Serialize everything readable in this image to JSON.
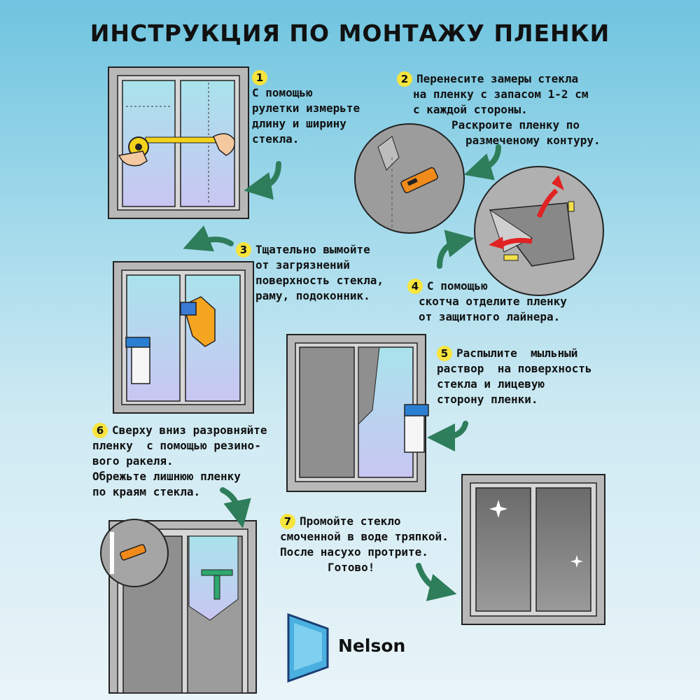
{
  "title": "ИНСТРУКЦИЯ ПО МОНТАЖУ ПЛЕНКИ",
  "steps": [
    {
      "num": "1",
      "lines": [
        "С помощью",
        "рулетки измерьте",
        "длину и ширину",
        "стекла."
      ]
    },
    {
      "num": "2",
      "lines": [
        "Перенесите замеры стекла",
        "на пленку с запасом 1-2 см",
        "с каждой стороны."
      ],
      "extra": [
        "Раскроите пленку по",
        "размеченому контуру."
      ]
    },
    {
      "num": "3",
      "lines": [
        "Тщательно вымойте",
        "от загрязнений",
        "поверхность стекла,",
        "раму, подоконник."
      ]
    },
    {
      "num": "4",
      "lines": [
        "С помощью",
        "скотча отделите пленку",
        "от защитного лайнера."
      ]
    },
    {
      "num": "5",
      "lines": [
        "Распылите  мыльный",
        "раствор  на поверхность",
        "стекла и лицевую",
        "сторону пленки."
      ]
    },
    {
      "num": "6",
      "lines": [
        "Сверху вниз разровняйте",
        "пленку  с помощью резино-",
        "вого ракеля.",
        "Обрежьте лишнюю пленку",
        "по краям стекла."
      ]
    },
    {
      "num": "7",
      "lines": [
        "Промойте стекло",
        "смоченной в воде тряпкой.",
        "После насухо протрите.",
        "Готово!"
      ]
    }
  ],
  "brand": {
    "name": "Nelson"
  },
  "colors": {
    "arrow": "#2e7d5b",
    "badge": "#f7e43c",
    "frame": "#9c9c9c",
    "glass": "#b7e3ef"
  }
}
